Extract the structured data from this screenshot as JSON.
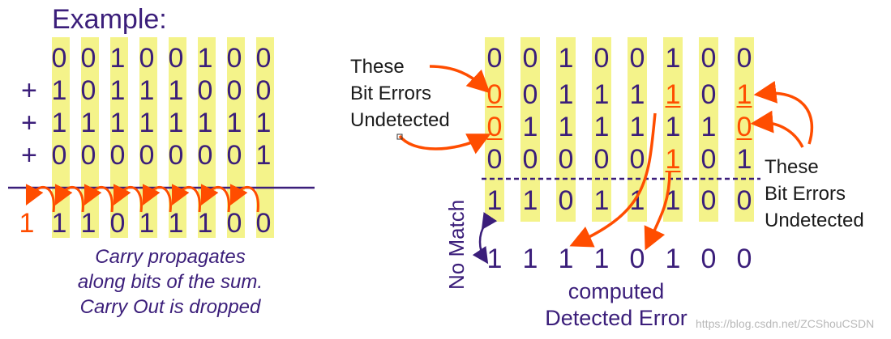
{
  "title": "Example:",
  "left": {
    "rows": [
      [
        "0",
        "0",
        "1",
        "0",
        "0",
        "1",
        "0",
        "0"
      ],
      [
        "1",
        "0",
        "1",
        "1",
        "1",
        "0",
        "0",
        "0"
      ],
      [
        "1",
        "1",
        "1",
        "1",
        "1",
        "1",
        "1",
        "1"
      ],
      [
        "0",
        "0",
        "0",
        "0",
        "0",
        "0",
        "0",
        "1"
      ]
    ],
    "operators": [
      "",
      "+",
      "+",
      "+"
    ],
    "sum": [
      "1",
      "1",
      "1",
      "0",
      "1",
      "1",
      "1",
      "0",
      "0"
    ],
    "caption": [
      "Carry propagates",
      "along bits of the sum.",
      "Carry Out is dropped"
    ]
  },
  "right": {
    "rows": [
      [
        "0",
        "0",
        "1",
        "0",
        "0",
        "1",
        "0",
        "0"
      ],
      [
        "0",
        "0",
        "1",
        "1",
        "1",
        "1",
        "0",
        "1"
      ],
      [
        "0",
        "1",
        "1",
        "1",
        "1",
        "1",
        "1",
        "0"
      ],
      [
        "0",
        "0",
        "0",
        "0",
        "0",
        "1",
        "0",
        "1"
      ]
    ],
    "checksum": [
      "1",
      "1",
      "0",
      "1",
      "1",
      "1",
      "0",
      "0"
    ],
    "computed": [
      "1",
      "1",
      "1",
      "1",
      "0",
      "1",
      "0",
      "0"
    ],
    "left_note": [
      "These",
      "Bit Errors",
      "Undetected"
    ],
    "right_note": [
      "These",
      "Bit Errors",
      "Undetected"
    ],
    "no_match": "No Match",
    "computed_label": [
      "computed",
      "Detected Error"
    ]
  },
  "watermark": "https://blog.csdn.net/ZCShouCSDN",
  "colors": {
    "purple": "#3b1e7a",
    "highlight": "#f4f38a",
    "error_red": "#ff4d00"
  }
}
